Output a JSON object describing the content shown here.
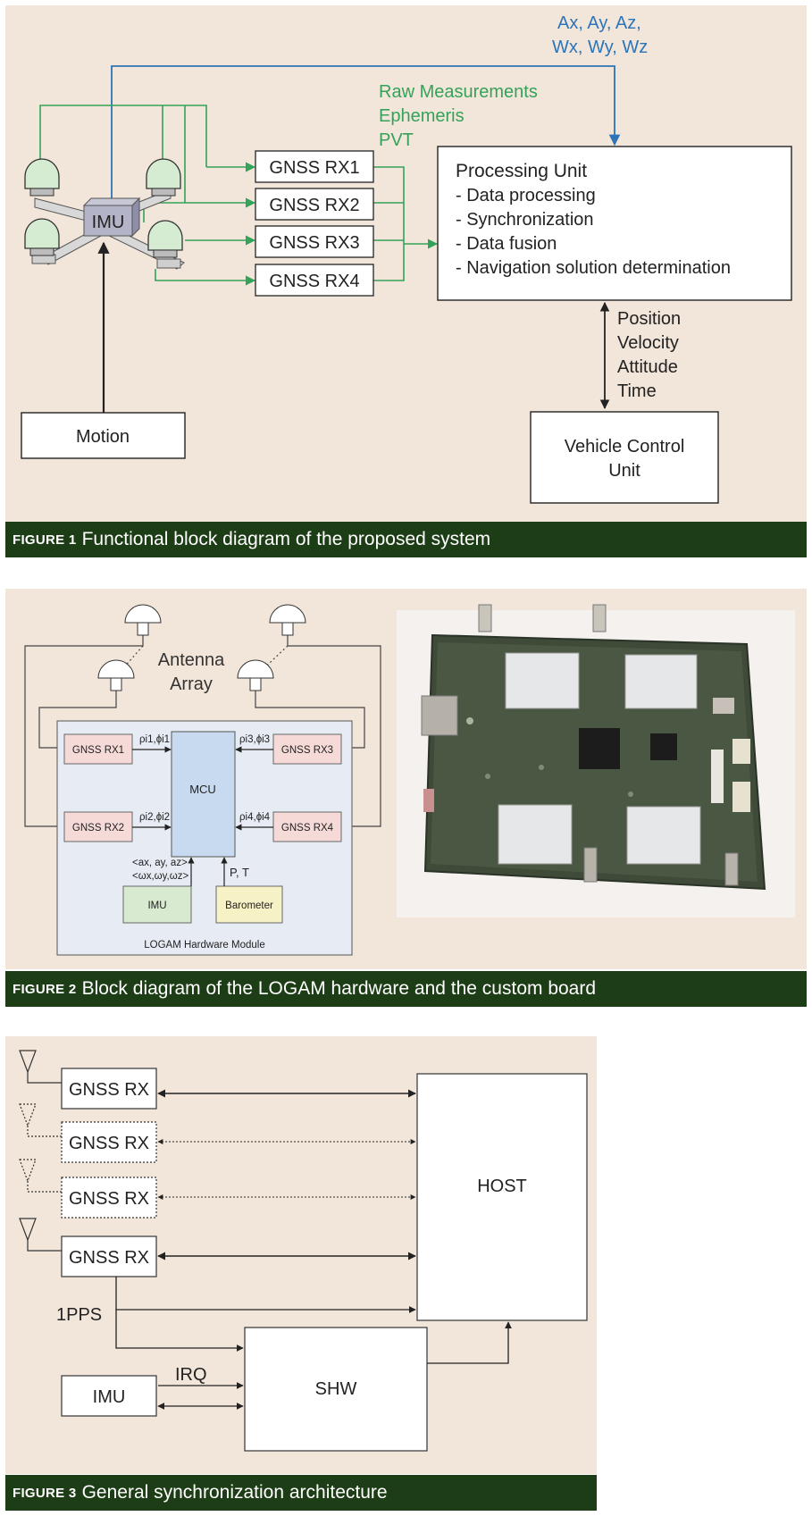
{
  "figure1": {
    "caption_label": "FIGURE 1",
    "caption_text": "Functional block diagram of the proposed system",
    "imu_signals": [
      "Ax, Ay, Az,",
      "Wx, Wy, Wz"
    ],
    "gnss_outputs": [
      "Raw Measurements",
      "Ephemeris",
      "PVT"
    ],
    "imu_label": "IMU",
    "receivers": [
      "GNSS RX1",
      "GNSS RX2",
      "GNSS RX3",
      "GNSS RX4"
    ],
    "processing_unit": {
      "title": "Processing Unit",
      "tasks": [
        "- Data processing",
        "- Synchronization",
        "- Data fusion",
        "- Navigation solution determination"
      ]
    },
    "outputs": [
      "Position",
      "Velocity",
      "Attitude",
      "Time"
    ],
    "motion_label": "Motion",
    "vcu_label": [
      "Vehicle Control",
      "Unit"
    ]
  },
  "figure2": {
    "caption_label": "FIGURE 2",
    "caption_text": "Block diagram of the LOGAM hardware and the custom board",
    "antenna_label": [
      "Antenna",
      "Array"
    ],
    "receivers": [
      "GNSS RX1",
      "GNSS RX2",
      "GNSS RX3",
      "GNSS RX4"
    ],
    "meas_labels": [
      "ρi1,ϕi1",
      "ρi2,ϕi2",
      "ρi3,ϕi3",
      "ρi4,ϕi4"
    ],
    "mcu_label": "MCU",
    "imu_label": "IMU",
    "barometer_label": "Barometer",
    "imu_signals": [
      "<ax, ay, az>",
      "<ωx,ωy,ωz>"
    ],
    "baro_signals": "P, T",
    "module_label": "LOGAM Hardware Module"
  },
  "figure3": {
    "caption_label": "FIGURE 3",
    "caption_text": "General synchronization architecture",
    "receivers": [
      "GNSS RX",
      "GNSS RX",
      "GNSS RX",
      "GNSS RX"
    ],
    "host_label": "HOST",
    "pps_label": "1PPS",
    "irq_label": "IRQ",
    "imu_label": "IMU",
    "shw_label": "SHW"
  },
  "colors": {
    "panel_bg": "#f2e6da",
    "caption_bg": "#1d3d16",
    "blue": "#2d74b8",
    "green": "#34a259",
    "antenna_green": "#d6ecd2"
  }
}
